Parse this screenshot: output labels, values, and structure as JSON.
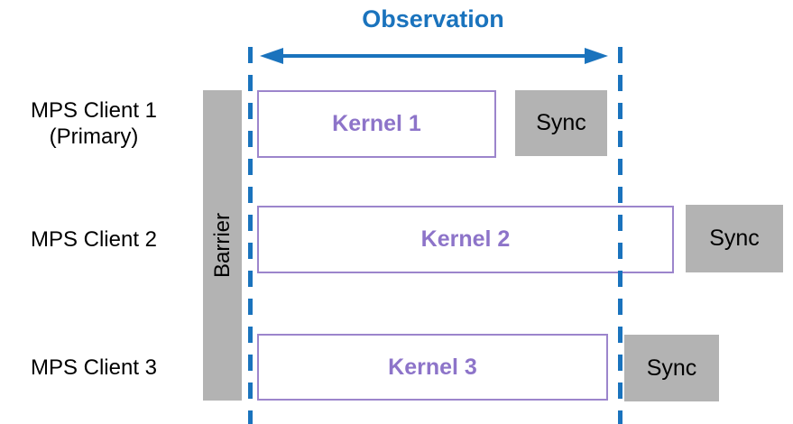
{
  "colors": {
    "blue": "#1a73bd",
    "purple_border": "#9c85cc",
    "purple_text": "#8d74c9",
    "gray": "#b3b3b3",
    "black": "#000000"
  },
  "title": {
    "label": "Observation"
  },
  "barrier": {
    "label": "Barrier"
  },
  "rows": [
    {
      "client": "MPS Client 1",
      "client_sub": "(Primary)",
      "kernel": "Kernel 1",
      "sync": "Sync"
    },
    {
      "client": "MPS Client 2",
      "kernel": "Kernel 2",
      "sync": "Sync"
    },
    {
      "client": "MPS Client 3",
      "kernel": "Kernel 3",
      "sync": "Sync"
    }
  ]
}
